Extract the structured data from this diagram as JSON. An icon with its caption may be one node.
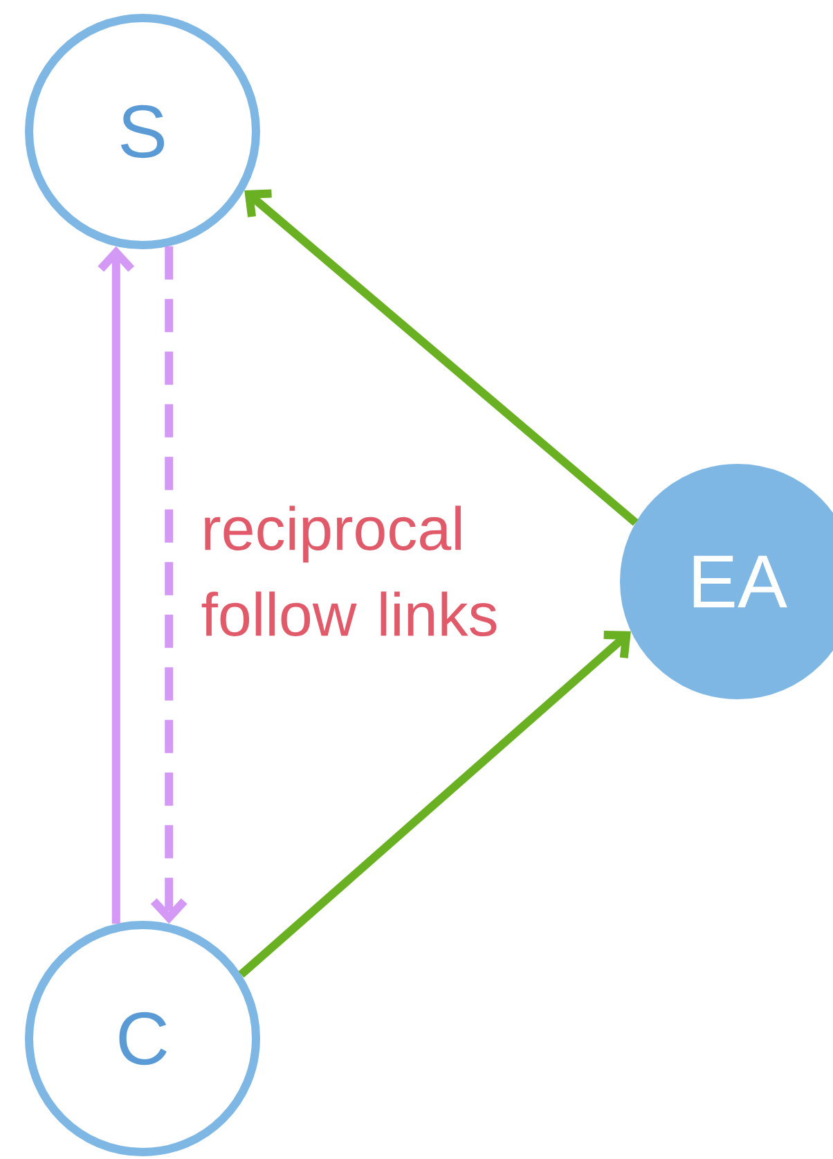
{
  "diagram": {
    "nodes": [
      {
        "text": [
          "S"
        ]
      },
      {
        "text": [
          "C"
        ]
      },
      {
        "text": [
          "EA"
        ]
      }
    ],
    "edges": [
      {
        "from": 1,
        "to": 0,
        "arrow": "to",
        "color": "#d399f5"
      },
      {
        "from": 0,
        "to": 1,
        "arrow": "to",
        "style": "dashed",
        "color": "#d399f5",
        "label": "reciprocal follow links"
      },
      {
        "from": 2,
        "to": 0,
        "arrow": "to",
        "color": "#6ab023"
      },
      {
        "from": 1,
        "to": 2,
        "arrow": "to",
        "color": "#6ab023"
      }
    ]
  }
}
